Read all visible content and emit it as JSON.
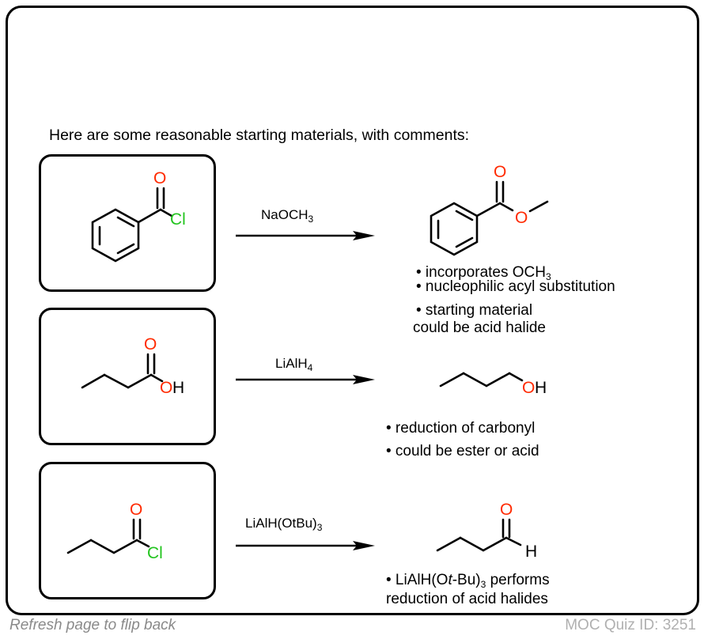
{
  "intro_text": "Here are some reasonable starting materials, with comments:",
  "colors": {
    "oxygen": "#ff2a00",
    "chlorine": "#22c41e",
    "bond": "#000000",
    "footer_left": "#8a8a8a",
    "footer_right": "#b0b0b0"
  },
  "reactions": [
    {
      "starting_material": {
        "name": "benzoyl chloride",
        "atoms": {
          "o": "O",
          "cl": "Cl"
        }
      },
      "reagent": {
        "main": "NaOCH",
        "sub": "3"
      },
      "product": {
        "name": "methyl benzoate",
        "atoms": {
          "o_carbonyl": "O",
          "o_ester": "O"
        }
      },
      "notes": [
        {
          "text": "• incorporates OCH",
          "sub": "3"
        },
        {
          "text": "• nucleophilic acyl substitution"
        },
        {
          "text": "• starting material"
        },
        {
          "text": "could be acid halide"
        }
      ]
    },
    {
      "starting_material": {
        "name": "butanoic acid",
        "atoms": {
          "o": "O",
          "oh_o": "O",
          "oh_h": "H"
        }
      },
      "reagent": {
        "main": "LiAlH",
        "sub": "4"
      },
      "product": {
        "name": "1-butanol",
        "atoms": {
          "oh_o": "O",
          "oh_h": "H"
        }
      },
      "notes": [
        {
          "text": "• reduction of carbonyl"
        },
        {
          "text": "• could be ester or acid"
        }
      ]
    },
    {
      "starting_material": {
        "name": "butanoyl chloride",
        "atoms": {
          "o": "O",
          "cl": "Cl"
        }
      },
      "reagent": {
        "main": "LiAlH(OtBu)",
        "sub": "3"
      },
      "product": {
        "name": "butanal",
        "atoms": {
          "o": "O",
          "h": "H"
        }
      },
      "notes": [
        {
          "text_pre": "• LiAlH(O",
          "italic": "t",
          "text_mid": "-Bu)",
          "sub": "3",
          "text_post": " performs"
        },
        {
          "text": "reduction of acid halides"
        }
      ]
    }
  ],
  "footer": {
    "left": "Refresh page to flip back",
    "right": "MOC Quiz ID: 3251"
  }
}
